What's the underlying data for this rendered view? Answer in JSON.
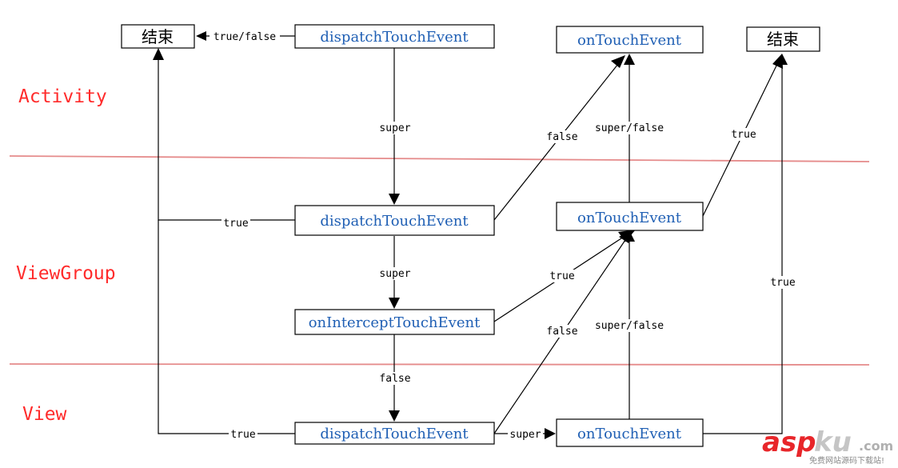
{
  "layers": {
    "activity": "Activity",
    "viewgroup": "ViewGroup",
    "view": "View"
  },
  "nodes": {
    "end_left": "结束",
    "activity_dispatch": "dispatchTouchEvent",
    "activity_ontouch": "onTouchEvent",
    "end_right": "结束",
    "vg_dispatch": "dispatchTouchEvent",
    "vg_ontouch": "onTouchEvent",
    "vg_intercept": "onInterceptTouchEvent",
    "view_dispatch": "dispatchTouchEvent",
    "view_ontouch": "onTouchEvent"
  },
  "edges": {
    "act_dispatch_to_end": "true/false",
    "act_dispatch_to_vg_dispatch": "super",
    "vg_dispatch_to_end": "true",
    "vg_dispatch_to_intercept": "super",
    "intercept_to_view_dispatch": "false",
    "view_dispatch_to_end": "true",
    "view_dispatch_to_view_ontouch": "super",
    "vg_dispatch_to_act_ontouch": "false",
    "vg_ontouch_to_act_ontouch": "super/false",
    "vg_ontouch_to_end_right": "true",
    "intercept_to_vg_ontouch": "true",
    "view_dispatch_to_vg_ontouch": "false",
    "view_ontouch_to_vg_ontouch": "super/false",
    "view_ontouch_to_end_right": "true"
  },
  "watermark": {
    "brand_a": "asp",
    "brand_b": "ku",
    "brand_c": ".com",
    "tagline": "免费网站源码下载站!"
  },
  "colors": {
    "method_text": "#1f5fb4",
    "layer_text": "#ff2b2b",
    "separator": "#e58b8b"
  }
}
